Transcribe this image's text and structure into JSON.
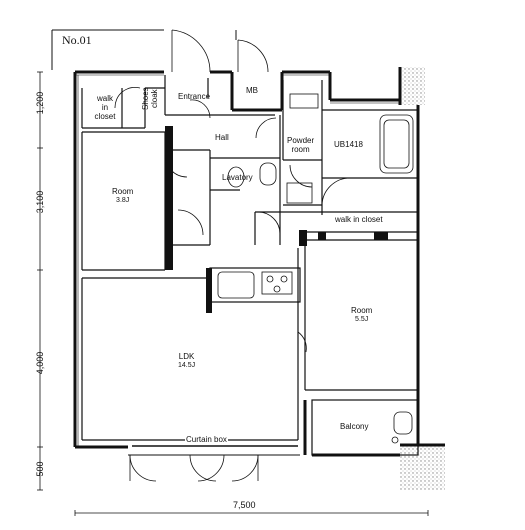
{
  "plan": {
    "number": "No.01",
    "dimensions": {
      "left": [
        "1,200",
        "3,100",
        "4,000",
        "500"
      ],
      "bottom": "7,500"
    },
    "rooms": {
      "walk_in_closet_nw": [
        "walk",
        "in",
        "closet"
      ],
      "shoe_cloak": [
        "Shoes",
        "cloak"
      ],
      "entrance": "Entrance",
      "mb": "MB",
      "hall": "Hall",
      "powder_room": [
        "Powder",
        "room"
      ],
      "ub": "UB1418",
      "lavatory": "Lavatory",
      "room_west": {
        "name": "Room",
        "size": "3.8J"
      },
      "walk_in_closet_e": "walk in closet",
      "room_east": {
        "name": "Room",
        "size": "5.5J"
      },
      "ldk": {
        "name": "LDK",
        "size": "14.5J"
      },
      "balcony": "Balcony",
      "curtain_box": "Curtain box"
    }
  }
}
